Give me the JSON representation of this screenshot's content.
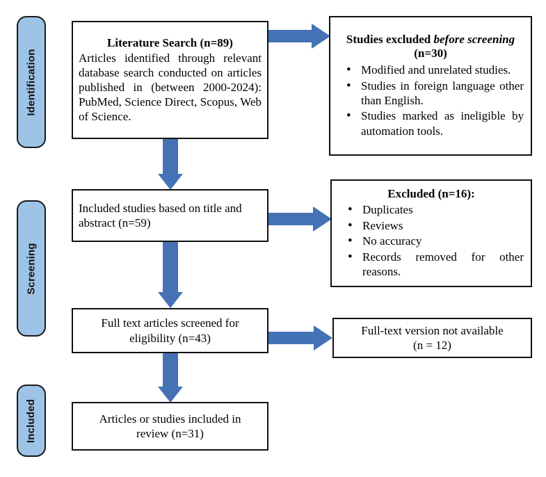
{
  "theme": {
    "pill_fill": "#9DC3E6",
    "pill_border": "#1a1a1a",
    "box_border": "#111111",
    "box_fill": "#ffffff",
    "arrow_color": "#4472B4",
    "text_color": "#000000"
  },
  "stages": [
    {
      "id": "identification",
      "label": "Identification"
    },
    {
      "id": "screening",
      "label": "Screening"
    },
    {
      "id": "included",
      "label": "Included"
    }
  ],
  "boxes": {
    "literature_search": {
      "title": "Literature Search (n=89)",
      "body": "Articles identified through relevant database search conducted on articles published in (between 2000-2024): PubMed, Science Direct, Scopus, Web of Science.",
      "n": 89
    },
    "excluded_before_screening": {
      "title_part1": "Studies excluded ",
      "title_italic": "before screening",
      "title_part2": " (n=30)",
      "n": 30,
      "items": [
        "Modified and unrelated studies.",
        "Studies in foreign language other than English.",
        "Studies marked as ineligible by automation tools."
      ]
    },
    "included_title_abstract": {
      "text": "Included studies based on title and abstract (n=59)",
      "n": 59
    },
    "excluded_16": {
      "title": "Excluded (n=16):",
      "n": 16,
      "items": [
        "Duplicates",
        "Reviews",
        "No accuracy",
        "Records removed for other reasons."
      ]
    },
    "full_text_screened": {
      "text": "Full text articles screened for eligibility (n=43)",
      "n": 43
    },
    "full_text_unavailable": {
      "line1": "Full-text version not available",
      "line2": "(n = 12)",
      "n": 12
    },
    "included_in_review": {
      "line1": "Articles or studies included in",
      "line2": "review (n=31)",
      "n": 31
    }
  }
}
